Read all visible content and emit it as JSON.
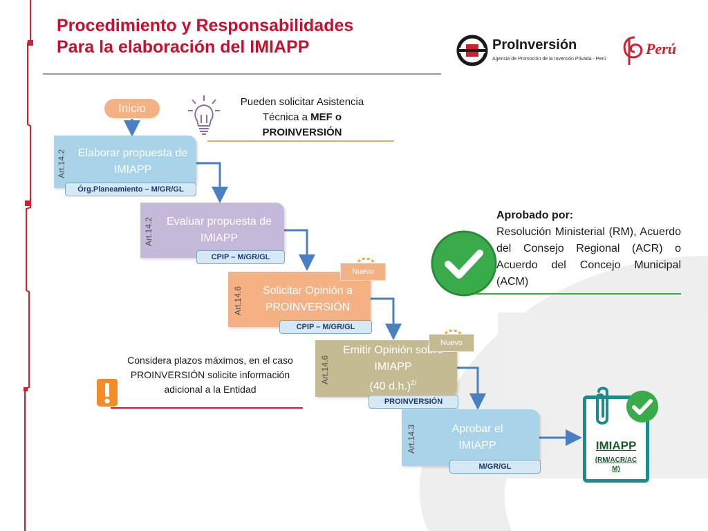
{
  "title": {
    "line1": "Procedimiento y Responsabilidades",
    "line2": "Para la elaboración del IMIAPP"
  },
  "logos": {
    "proinversion_name": "ProInversión",
    "proinversion_subtitle": "Agencia de Promoción de la Inversión Privada - Perú",
    "peru_wordmark": "Perú"
  },
  "start_label": "Inicio",
  "hint": {
    "text_pre": "Pueden solicitar Asistencia Técnica a ",
    "text_bold_1": "MEF o",
    "text_bold_2": "PROINVERSIÓN",
    "icon": "lightbulb-icon"
  },
  "steps": [
    {
      "art": "Art.14.2",
      "label": "Elaborar propuesta de IMIAPP",
      "resp": "Órg.Planeamiento – M/GR/GL",
      "color": "#a9d3e8"
    },
    {
      "art": "Art.14.2",
      "label": "Evaluar propuesta de IMIAPP",
      "resp": "CPIP – M/GR/GL",
      "color": "#c5b9d9"
    },
    {
      "art": "Art.14.6",
      "label": "Solicitar Opinión a PROINVERSIÓN",
      "resp": "CPIP – M/GR/GL",
      "color": "#f4b183"
    },
    {
      "art": "Art.14.6",
      "label_1": "Emitir Opinión sobre IMIAPP",
      "label_2": "(40 d.h.)",
      "label_sup": "2/",
      "resp": "PROINVERSIÓN",
      "color": "#c5bb93"
    },
    {
      "art": "Art.14.3",
      "label": "Aprobar el IMIAPP",
      "resp": "M/GR/GL",
      "color": "#a9d3e8"
    }
  ],
  "new_badge": "Nuevo",
  "approval": {
    "heading": "Aprobado por:",
    "text": "Resolución Ministerial (RM), Acuerdo del Consejo Regional (ACR) o Acuerdo del Concejo Municipal (ACM)",
    "icon": "check-circle-icon",
    "color": "#3aab4a"
  },
  "warning": {
    "text": "Considera plazos máximos, en el caso PROINVERSIÓN solicite información adicional a la Entidad",
    "icon": "exclamation-icon",
    "color": "#f28c28"
  },
  "document": {
    "title": "IMIAPP",
    "subtitle": "(RM/ACR/ACM)",
    "icon": "document-clip-icon"
  }
}
